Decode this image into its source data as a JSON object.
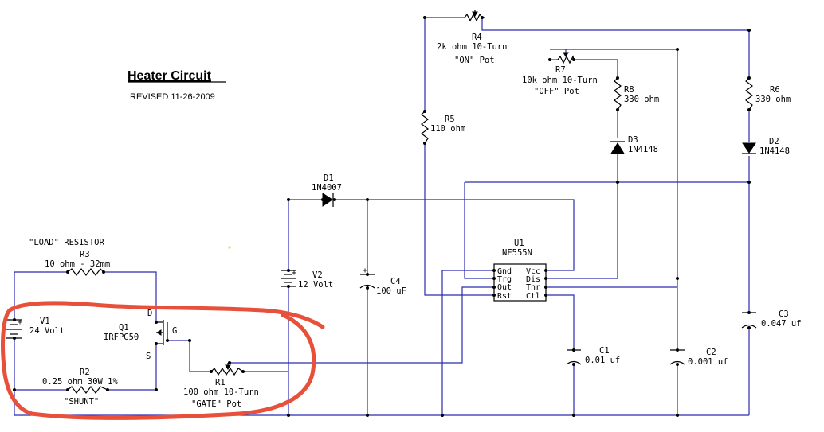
{
  "title": "Heater Circuit",
  "revision": "REVISED  11-26-2009",
  "components": {
    "r4": {
      "ref": "R4",
      "value": "2k ohm 10-Turn",
      "note": "\"ON\" Pot"
    },
    "r7": {
      "ref": "R7",
      "value": "10k ohm 10-Turn",
      "note": "\"OFF\" Pot"
    },
    "r8": {
      "ref": "R8",
      "value": "330 ohm"
    },
    "r6": {
      "ref": "R6",
      "value": "330 ohm"
    },
    "r5": {
      "ref": "R5",
      "value": "110 ohm"
    },
    "d3": {
      "ref": "D3",
      "value": "1N4148"
    },
    "d2": {
      "ref": "D2",
      "value": "1N4148"
    },
    "d1": {
      "ref": "D1",
      "value": "1N4007"
    },
    "u1": {
      "ref": "U1",
      "value": "NE555N",
      "pins_left": [
        "Gnd",
        "Trg",
        "Out",
        "Rst"
      ],
      "pins_right": [
        "Vcc",
        "Dis",
        "Thr",
        "Ctl"
      ]
    },
    "v2": {
      "ref": "V2",
      "value": "12 Volt"
    },
    "c4": {
      "ref": "C4",
      "value": "100 uF"
    },
    "c1": {
      "ref": "C1",
      "value": "0.01 uf"
    },
    "c2": {
      "ref": "C2",
      "value": "0.001 uf"
    },
    "c3": {
      "ref": "C3",
      "value": "0.047 uf"
    },
    "r3": {
      "ref": "R3",
      "value": "10 ohm - 32mm",
      "note": "\"LOAD\" RESISTOR"
    },
    "v1": {
      "ref": "V1",
      "value": "24 Volt"
    },
    "q1": {
      "ref": "Q1",
      "value": "IRFPG50",
      "pin_d": "D",
      "pin_s": "S",
      "pin_g": "G"
    },
    "r2": {
      "ref": "R2",
      "value": "0.25 ohm 30W 1%",
      "note": "\"SHUNT\""
    },
    "r1": {
      "ref": "R1",
      "value": "100 ohm 10-Turn",
      "note": "\"GATE\" Pot"
    }
  },
  "colors": {
    "wire": "#2b2bb0",
    "highlight": "#e8503a"
  }
}
